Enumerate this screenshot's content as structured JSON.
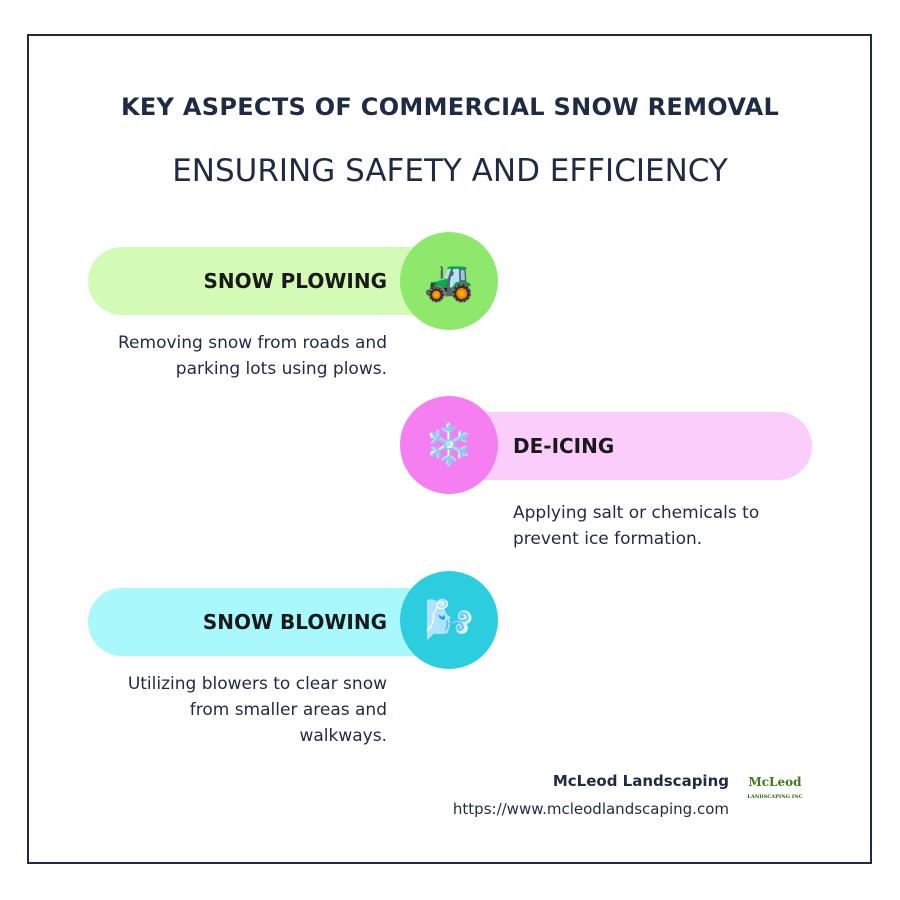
{
  "title": "KEY ASPECTS OF COMMERCIAL SNOW REMOVAL",
  "subtitle": "ENSURING SAFETY AND EFFICIENCY",
  "items": [
    {
      "label": "SNOW PLOWING",
      "icon": "tractor-icon",
      "emoji": "🚜",
      "description": "Removing snow from roads and parking lots using plows.",
      "pill_color": "#d4fbb6",
      "circle_color": "#8ee86c"
    },
    {
      "label": "DE-ICING",
      "icon": "snowflake-icon",
      "emoji": "❄️",
      "description": "Applying salt or chemicals to prevent ice formation.",
      "pill_color": "#fbcdfb",
      "circle_color": "#f57ff0"
    },
    {
      "label": "SNOW BLOWING",
      "icon": "wind-face-icon",
      "emoji": "🌬️",
      "description": "Utilizing blowers to clear snow from smaller areas and walkways.",
      "pill_color": "#a9f8fc",
      "circle_color": "#2dcde0"
    }
  ],
  "footer": {
    "company": "McLeod Landscaping",
    "url": "https://www.mcleodlandscaping.com",
    "logo_text": "McLeod",
    "logo_subtext": "LANDSCAPING INC"
  }
}
